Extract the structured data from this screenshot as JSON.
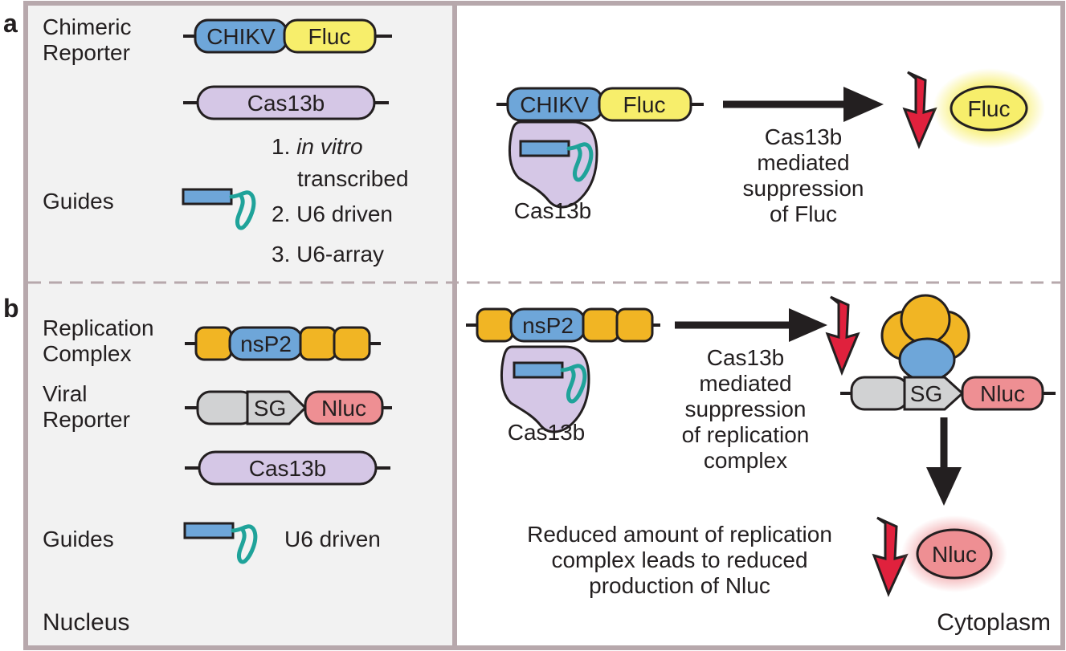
{
  "panels": {
    "a": "a",
    "b": "b"
  },
  "left": {
    "a_labels": {
      "chimeric_line1": "Chimeric",
      "chimeric_line2": "Reporter",
      "guides": "Guides"
    },
    "a_constructs": {
      "chikv": "CHIKV",
      "fluc": "Fluc",
      "cas13b": "Cas13b"
    },
    "a_guide_options": {
      "opt1_num": "1. ",
      "opt1_italic": "in vitro",
      "opt1_rest": "transcribed",
      "opt2": "2. U6 driven",
      "opt3": "3. U6-array"
    },
    "b_labels": {
      "replication_line1": "Replication",
      "replication_line2": "Complex",
      "viral_line1": "Viral",
      "viral_line2": "Reporter",
      "guides": "Guides"
    },
    "b_constructs": {
      "nsp2": "nsP2",
      "sg": "SG",
      "nluc": "Nluc",
      "cas13b": "Cas13b"
    },
    "b_guide_option": "U6 driven",
    "region": "Nucleus"
  },
  "right": {
    "a": {
      "chikv": "CHIKV",
      "fluc": "Fluc",
      "cas13b": "Cas13b",
      "arrow_text": [
        "Cas13b",
        "mediated",
        "suppression",
        "of Fluc"
      ],
      "product": "Fluc"
    },
    "b": {
      "nsp2": "nsP2",
      "cas13b": "Cas13b",
      "arrow_text": [
        "Cas13b",
        "mediated",
        "suppression",
        "of replication",
        "complex"
      ],
      "sg": "SG",
      "nluc": "Nluc",
      "result_text": [
        "Reduced amount of replication",
        "complex leads to reduced",
        "production of Nluc"
      ],
      "product": "Nluc"
    },
    "region": "Cytoplasm"
  },
  "colors": {
    "border": "#b7a8ac",
    "left_bg": "#f2f2f2",
    "blue": "#6ea6d9",
    "yellow": "#f7ee6b",
    "purple": "#d5c7e6",
    "orange": "#f1b524",
    "gray": "#d1d2d3",
    "pink": "#ee8f93",
    "teal": "#1fa39a",
    "red": "#e0213d"
  }
}
